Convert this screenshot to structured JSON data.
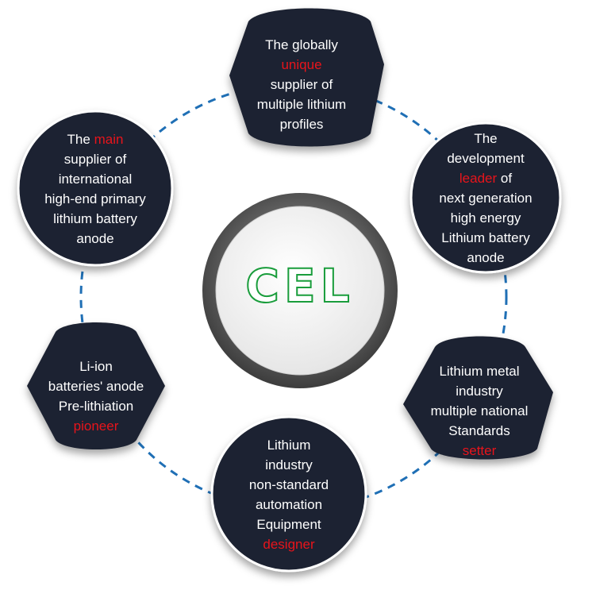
{
  "center": {
    "logo": "CEL"
  },
  "nodes": [
    {
      "id": "top",
      "lines": [
        [
          {
            "text": "The globally",
            "hl": false
          }
        ],
        [
          {
            "text": "unique",
            "hl": true
          }
        ],
        [
          {
            "text": "supplier of",
            "hl": false
          }
        ],
        [
          {
            "text": "multiple lithium",
            "hl": false
          }
        ],
        [
          {
            "text": "profiles",
            "hl": false
          }
        ]
      ]
    },
    {
      "id": "upper-right",
      "lines": [
        [
          {
            "text": "The",
            "hl": false
          }
        ],
        [
          {
            "text": "development",
            "hl": false
          }
        ],
        [
          {
            "text": "leader",
            "hl": true
          },
          {
            "text": " of",
            "hl": false
          }
        ],
        [
          {
            "text": "next generation",
            "hl": false
          }
        ],
        [
          {
            "text": "high energy",
            "hl": false
          }
        ],
        [
          {
            "text": "Lithium battery",
            "hl": false
          }
        ],
        [
          {
            "text": "anode",
            "hl": false
          }
        ]
      ]
    },
    {
      "id": "lower-right",
      "lines": [
        [
          {
            "text": "Lithium metal",
            "hl": false
          }
        ],
        [
          {
            "text": "industry",
            "hl": false
          }
        ],
        [
          {
            "text": "multiple national",
            "hl": false
          }
        ],
        [
          {
            "text": "Standards",
            "hl": false
          }
        ],
        [
          {
            "text": "setter",
            "hl": true
          }
        ]
      ]
    },
    {
      "id": "bottom",
      "lines": [
        [
          {
            "text": "Lithium",
            "hl": false
          }
        ],
        [
          {
            "text": "industry",
            "hl": false
          }
        ],
        [
          {
            "text": "non-standard",
            "hl": false
          }
        ],
        [
          {
            "text": "automation",
            "hl": false
          }
        ],
        [
          {
            "text": "Equipment",
            "hl": false
          }
        ],
        [
          {
            "text": "designer",
            "hl": true
          }
        ]
      ]
    },
    {
      "id": "lower-left",
      "lines": [
        [
          {
            "text": "Li-ion",
            "hl": false
          }
        ],
        [
          {
            "text": "batteries' anode",
            "hl": false
          }
        ],
        [
          {
            "text": "Pre-lithiation",
            "hl": false
          }
        ],
        [
          {
            "text": "pioneer",
            "hl": true
          }
        ]
      ]
    },
    {
      "id": "upper-left",
      "lines": [
        [
          {
            "text": "The ",
            "hl": false
          },
          {
            "text": "main",
            "hl": true
          }
        ],
        [
          {
            "text": "supplier of",
            "hl": false
          }
        ],
        [
          {
            "text": "international",
            "hl": false
          }
        ],
        [
          {
            "text": "high-end primary",
            "hl": false
          }
        ],
        [
          {
            "text": "lithium battery",
            "hl": false
          }
        ],
        [
          {
            "text": "anode",
            "hl": false
          }
        ]
      ]
    }
  ],
  "colors": {
    "node_fill": "#1e2330",
    "highlight": "#e8141b",
    "connector": "#1f6fb5",
    "logo_stroke": "#1a9d3c"
  }
}
